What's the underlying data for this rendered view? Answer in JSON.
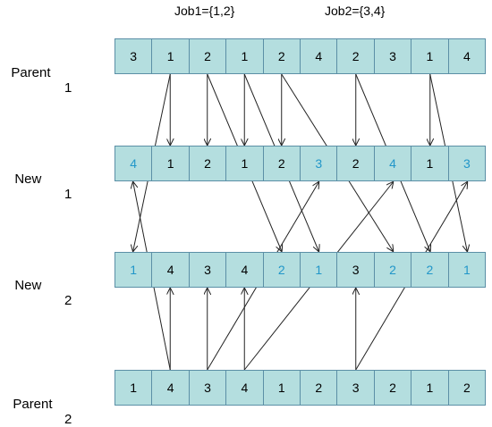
{
  "jobs": {
    "job1": "Job1={1,2}",
    "job2": "Job2={3,4}"
  },
  "rows": [
    {
      "id": "parent1",
      "label_word": "Parent",
      "label_num": "1",
      "cells": [
        "3",
        "1",
        "2",
        "1",
        "2",
        "4",
        "2",
        "3",
        "1",
        "4"
      ],
      "highlight": []
    },
    {
      "id": "new1",
      "label_word": "New",
      "label_num": "1",
      "cells": [
        "4",
        "1",
        "2",
        "1",
        "2",
        "3",
        "2",
        "4",
        "1",
        "3"
      ],
      "highlight": [
        0,
        5,
        7,
        9
      ]
    },
    {
      "id": "new2",
      "label_word": "New",
      "label_num": "2",
      "cells": [
        "1",
        "4",
        "3",
        "4",
        "2",
        "1",
        "3",
        "2",
        "2",
        "1"
      ],
      "highlight": [
        0,
        4,
        5,
        7,
        8,
        9
      ]
    },
    {
      "id": "parent2",
      "label_word": "Parent",
      "label_num": "2",
      "cells": [
        "1",
        "4",
        "3",
        "4",
        "1",
        "2",
        "3",
        "2",
        "1",
        "2"
      ],
      "highlight": []
    }
  ],
  "arrows": [
    {
      "from_row": 0,
      "from_col": 1,
      "to_row": 1,
      "to_col": 1
    },
    {
      "from_row": 0,
      "from_col": 2,
      "to_row": 1,
      "to_col": 2
    },
    {
      "from_row": 0,
      "from_col": 3,
      "to_row": 1,
      "to_col": 3
    },
    {
      "from_row": 0,
      "from_col": 4,
      "to_row": 1,
      "to_col": 4
    },
    {
      "from_row": 0,
      "from_col": 6,
      "to_row": 1,
      "to_col": 6
    },
    {
      "from_row": 0,
      "from_col": 8,
      "to_row": 1,
      "to_col": 8
    },
    {
      "from_row": 0,
      "from_col": 1,
      "to_row": 2,
      "to_col": 0
    },
    {
      "from_row": 0,
      "from_col": 2,
      "to_row": 2,
      "to_col": 4
    },
    {
      "from_row": 0,
      "from_col": 3,
      "to_row": 2,
      "to_col": 5
    },
    {
      "from_row": 0,
      "from_col": 4,
      "to_row": 2,
      "to_col": 7
    },
    {
      "from_row": 0,
      "from_col": 6,
      "to_row": 2,
      "to_col": 8
    },
    {
      "from_row": 0,
      "from_col": 8,
      "to_row": 2,
      "to_col": 9
    },
    {
      "from_row": 3,
      "from_col": 1,
      "to_row": 1,
      "to_col": 0
    },
    {
      "from_row": 3,
      "from_col": 2,
      "to_row": 1,
      "to_col": 5
    },
    {
      "from_row": 3,
      "from_col": 3,
      "to_row": 1,
      "to_col": 7
    },
    {
      "from_row": 3,
      "from_col": 6,
      "to_row": 1,
      "to_col": 9
    },
    {
      "from_row": 3,
      "from_col": 1,
      "to_row": 2,
      "to_col": 1
    },
    {
      "from_row": 3,
      "from_col": 2,
      "to_row": 2,
      "to_col": 2
    },
    {
      "from_row": 3,
      "from_col": 3,
      "to_row": 2,
      "to_col": 3
    },
    {
      "from_row": 3,
      "from_col": 6,
      "to_row": 2,
      "to_col": 6
    }
  ]
}
